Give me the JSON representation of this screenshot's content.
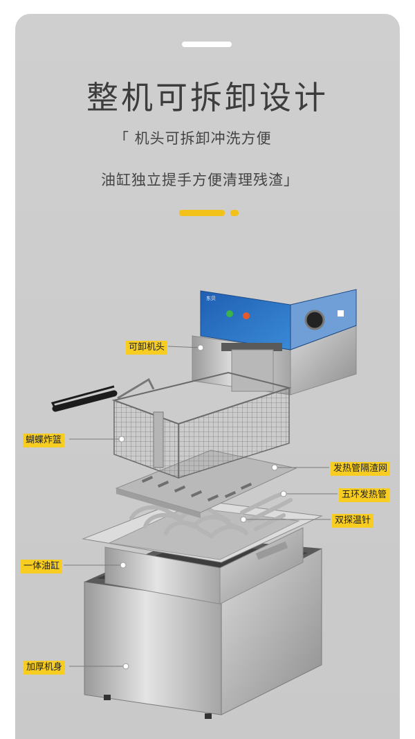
{
  "headline": "整机可拆卸设计",
  "subtitle_line1": "「 机头可拆卸冲洗方便",
  "subtitle_line2": "油缸独立提手方便清理残渣」",
  "panel_brand": "东贝",
  "labels": {
    "detachable_head": "可卸机头",
    "butterfly_basket": "蝴蝶炸篮",
    "heating_tube_screen": "发热管隔渣网",
    "five_ring_heating_tube": "五环发热管",
    "dual_probe_thermostat": "双探温针",
    "one_piece_oil_tank": "一体油缸",
    "thickened_body": "加厚机身"
  },
  "colors": {
    "accent_yellow": "#f8cd22",
    "panel_blue": "#2e6fc0",
    "background": "#cbcbcb"
  }
}
